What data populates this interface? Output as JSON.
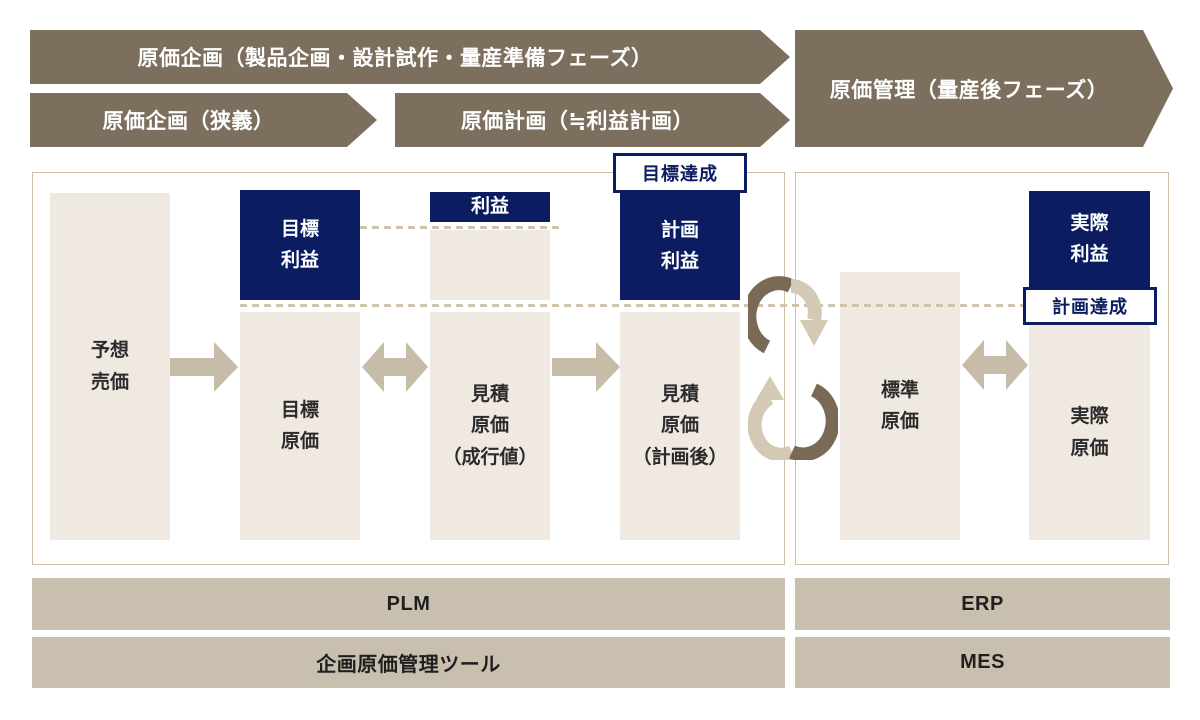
{
  "banners": {
    "main": "原価企画（製品企画・設計試作・量産準備フェーズ）",
    "sub_left": "原価企画（狭義）",
    "sub_right": "原価計画（≒利益計画）",
    "right": "原価管理（量産後フェーズ）"
  },
  "diagram": {
    "left": {
      "expected_price": "予想\n売価",
      "target_profit": "目標\n利益",
      "target_cost": "目標\n原価",
      "profit": "利益",
      "estimated_cost_current": "見積\n原価\n（成行値）",
      "goal_achieved_label": "目標達成",
      "planned_profit": "計画\n利益",
      "estimated_cost_planned": "見積\n原価\n（計画後）"
    },
    "right": {
      "standard_cost": "標準\n原価",
      "actual_profit": "実際\n利益",
      "plan_achieved_label": "計画達成",
      "actual_cost": "実際\n原価"
    }
  },
  "tools": {
    "plm": "PLM",
    "planning_tool": "企画原価管理ツール",
    "erp": "ERP",
    "mes": "MES"
  },
  "colors": {
    "navy": "#0b1d60",
    "banner_brown": "#7c6f5e",
    "bar_beige": "#efe9e1",
    "tool_tan": "#c9bfae",
    "arrow_light": "#c6bca8",
    "arrow_dark": "#7a6a55",
    "dash": "#cfc3ab",
    "box_border": "#cfc0a3"
  }
}
